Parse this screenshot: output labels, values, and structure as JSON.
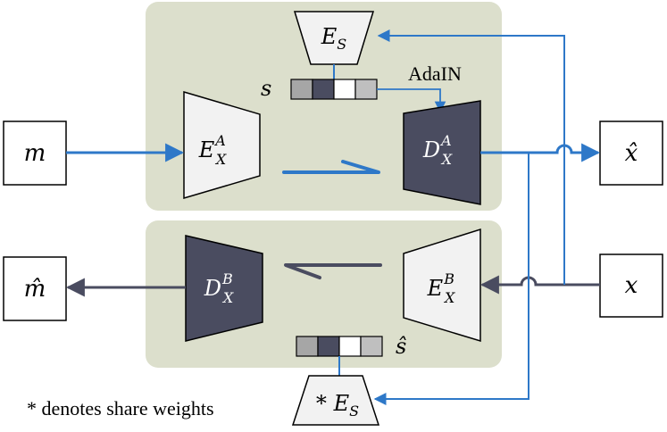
{
  "colors": {
    "panel": "#dcdfcc",
    "encoder_fill": "#f2f2f2",
    "decoder_fill": "#4a4c60",
    "blue_arrow": "#2e78c8",
    "dark_arrow": "#4a4c60",
    "outline": "#000000"
  },
  "inputs": {
    "m": "m",
    "x": "x",
    "x_hat": "x̂",
    "m_hat": "m̂"
  },
  "top": {
    "style_encoder": {
      "base": "E",
      "sub": "S"
    },
    "style_code_label": "s",
    "adain_label": "AdaIN",
    "encoder": {
      "base": "E",
      "sub": "X",
      "sup": "A"
    },
    "decoder": {
      "base": "D",
      "sub": "X",
      "sup": "A"
    },
    "style_code_cells": [
      "#a6a6a6",
      "#4a4c60",
      "#ffffff",
      "#bfbfbf"
    ]
  },
  "bottom": {
    "style_encoder": {
      "prefix": "* ",
      "base": "E",
      "sub": "S"
    },
    "style_code_label": "ŝ",
    "encoder": {
      "base": "E",
      "sub": "X",
      "sup": "B"
    },
    "decoder": {
      "base": "D",
      "sub": "X",
      "sup": "B"
    },
    "style_code_cells": [
      "#a6a6a6",
      "#4a4c60",
      "#ffffff",
      "#bfbfbf"
    ]
  },
  "footnote": "* denotes share weights"
}
